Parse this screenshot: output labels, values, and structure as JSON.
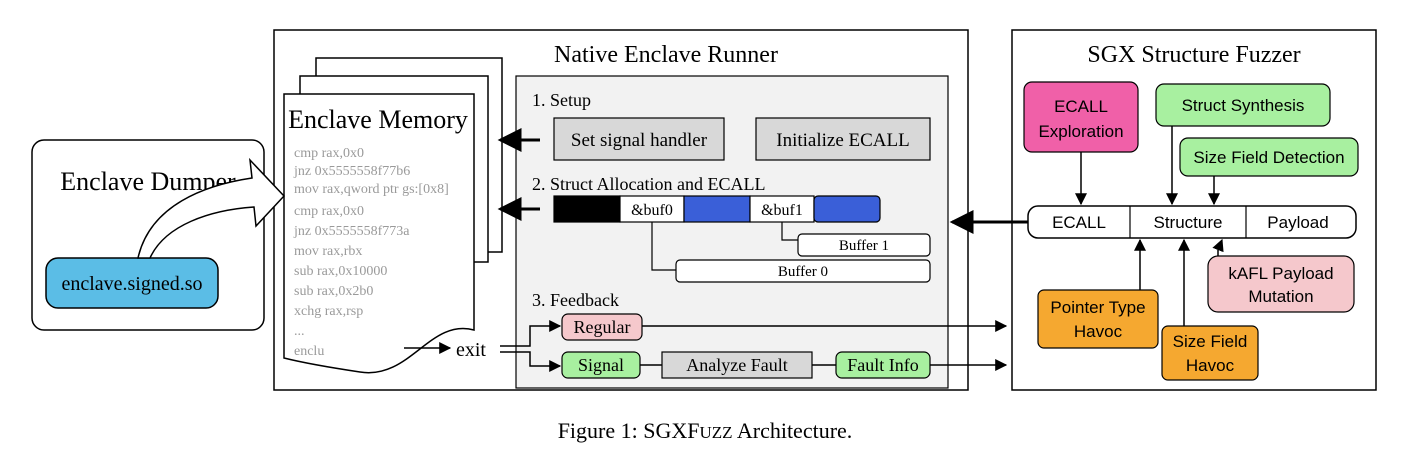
{
  "dumper": {
    "title": "Enclave Dumper",
    "file": "enclave.signed.so",
    "file_color": "#5bbde6"
  },
  "memory": {
    "title": "Enclave Memory",
    "lines": [
      "cmp  rax,0x0",
      "jnz  0x5555558f77b6",
      "mov  rax,qword ptr gs:[0x8]",
      "cmp  rax,0x0",
      "jnz  0x5555558f773a",
      "mov  rax,rbx",
      "sub  rax,0x10000",
      "sub  rax,0x2b0",
      "xchg rax,rsp",
      "...",
      "enclu"
    ],
    "exit_label": "exit"
  },
  "runner": {
    "title": "Native Enclave Runner",
    "setup_label": "1. Setup",
    "set_signal": "Set signal handler",
    "init_ecall": "Initialize ECALL",
    "alloc_label": "2. Struct Allocation and ECALL",
    "buf0_ptr": "&buf0",
    "buf1_ptr": "&buf1",
    "buffer1": "Buffer 1",
    "buffer0": "Buffer 0",
    "feedback_label": "3. Feedback",
    "regular": "Regular",
    "signal": "Signal",
    "analyze": "Analyze Fault",
    "fault_info": "Fault Info"
  },
  "fuzzer": {
    "title": "SGX Structure Fuzzer",
    "ecall_exploration_1": "ECALL",
    "ecall_exploration_2": "Exploration",
    "struct_synthesis": "Struct Synthesis",
    "size_field_detection": "Size Field Detection",
    "payload_parts": [
      "ECALL",
      "Structure",
      "Payload"
    ],
    "kafl_1": "kAFL Payload",
    "kafl_2": "Mutation",
    "pointer_1": "Pointer Type",
    "pointer_2": "Havoc",
    "sizefield_1": "Size Field",
    "sizefield_2": "Havoc"
  },
  "caption": {
    "prefix": "Figure 1: SGX",
    "smallcaps": "Fuzz",
    "suffix": " Architecture."
  },
  "colors": {
    "pink": "#f060a8",
    "green": "#a8f0a0",
    "light_pink": "#f5c8cc",
    "orange": "#f5a830",
    "blue": "#3a5fd8",
    "gray_box": "#d8d8d8",
    "panel": "#f2f2f2"
  }
}
